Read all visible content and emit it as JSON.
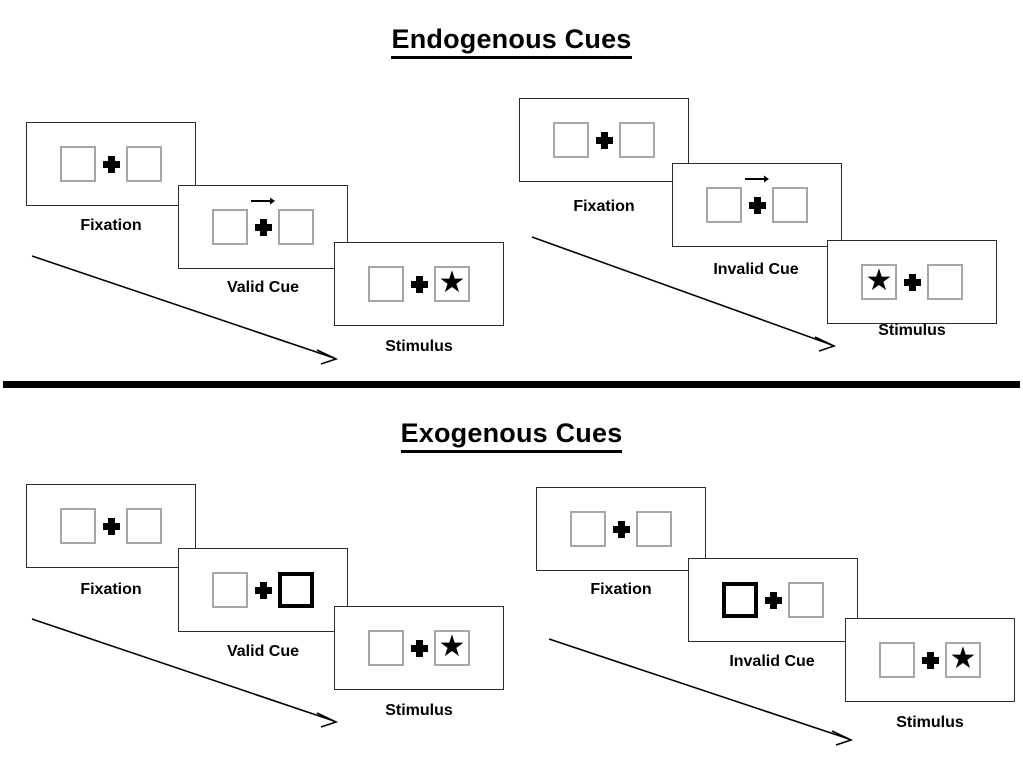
{
  "figure": {
    "sections": [
      {
        "id": "endogenous",
        "title": "Endogenous Cues",
        "sequences": [
          {
            "id": "endogenous-valid",
            "condition": "Valid Cue",
            "frames": [
              {
                "caption": "Fixation",
                "cue_type": "none",
                "cue_side": "none",
                "left_box": "empty",
                "right_box": "empty"
              },
              {
                "caption": "Valid Cue",
                "cue_type": "arrow",
                "cue_side": "right",
                "left_box": "empty",
                "right_box": "empty"
              },
              {
                "caption": "Stimulus",
                "cue_type": "none",
                "cue_side": "none",
                "left_box": "empty",
                "right_box": "star"
              }
            ]
          },
          {
            "id": "endogenous-invalid",
            "condition": "Invalid Cue",
            "frames": [
              {
                "caption": "Fixation",
                "cue_type": "none",
                "cue_side": "none",
                "left_box": "empty",
                "right_box": "empty"
              },
              {
                "caption": "Invalid Cue",
                "cue_type": "arrow",
                "cue_side": "right",
                "left_box": "empty",
                "right_box": "empty"
              },
              {
                "caption": "Stimulus",
                "cue_type": "none",
                "cue_side": "none",
                "left_box": "star",
                "right_box": "empty"
              }
            ]
          }
        ]
      },
      {
        "id": "exogenous",
        "title": "Exogenous Cues",
        "sequences": [
          {
            "id": "exogenous-valid",
            "condition": "Valid Cue",
            "frames": [
              {
                "caption": "Fixation",
                "cue_type": "none",
                "cue_side": "none",
                "left_box": "empty",
                "right_box": "empty"
              },
              {
                "caption": "Valid Cue",
                "cue_type": "highlight",
                "cue_side": "right",
                "left_box": "empty",
                "right_box": "empty"
              },
              {
                "caption": "Stimulus",
                "cue_type": "none",
                "cue_side": "none",
                "left_box": "empty",
                "right_box": "star"
              }
            ]
          },
          {
            "id": "exogenous-invalid",
            "condition": "Invalid Cue",
            "frames": [
              {
                "caption": "Fixation",
                "cue_type": "none",
                "cue_side": "none",
                "left_box": "empty",
                "right_box": "empty"
              },
              {
                "caption": "Invalid Cue",
                "cue_type": "highlight",
                "cue_side": "left",
                "left_box": "empty",
                "right_box": "empty"
              },
              {
                "caption": "Stimulus",
                "cue_type": "none",
                "cue_side": "none",
                "left_box": "empty",
                "right_box": "star"
              }
            ]
          }
        ]
      }
    ],
    "symbols": {
      "star": "★",
      "fixation_cross": "plus-cross",
      "cue_arrow": "rightwards-arrow",
      "flow_arrow": "diagonal-time-arrow"
    },
    "colors": {
      "ink": "#000000",
      "panel_border": "#2b2b2b",
      "box_border": "#a6a6a6",
      "cued_box_border": "#000000",
      "background": "#ffffff",
      "divider": "#000000"
    }
  }
}
